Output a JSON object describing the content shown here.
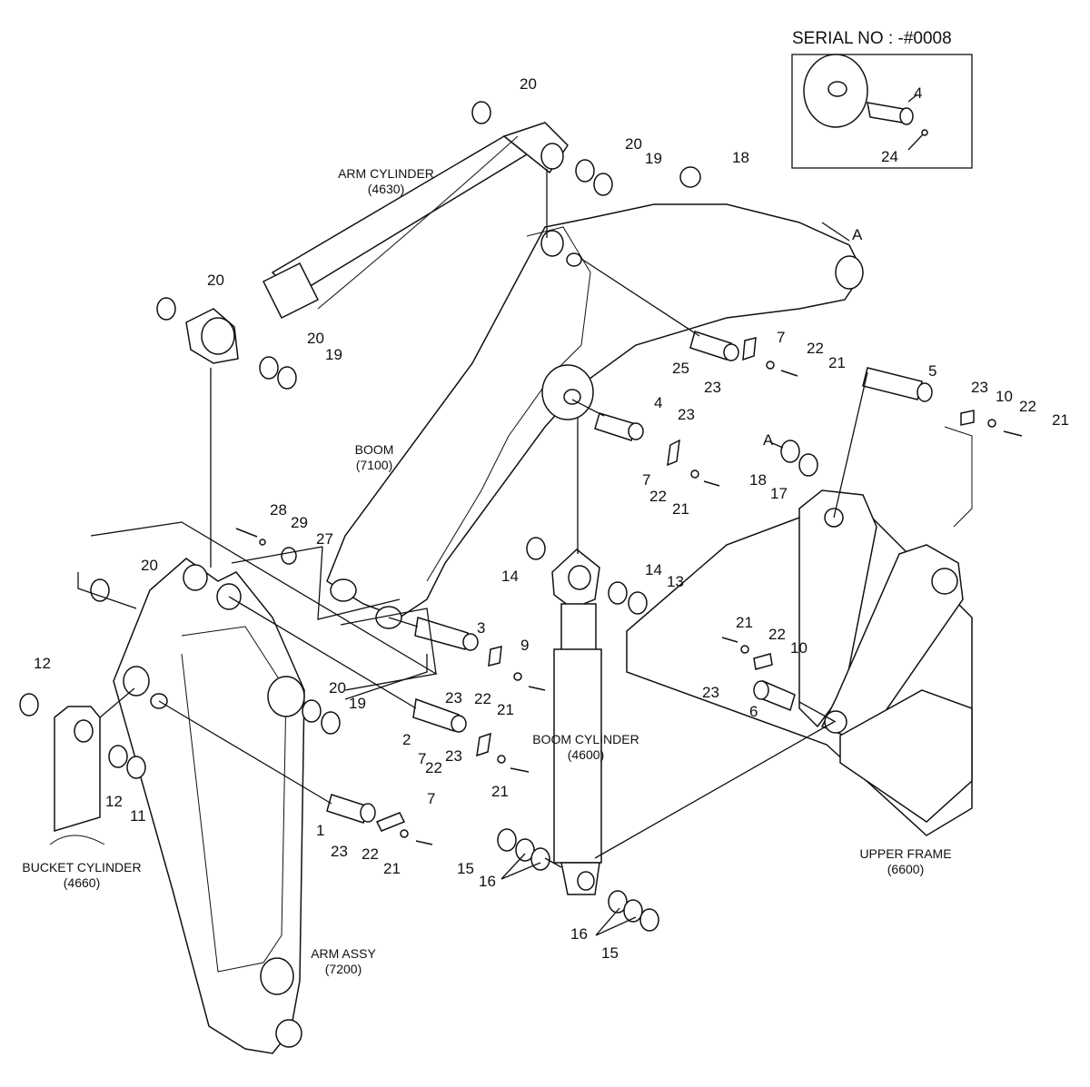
{
  "serial_note": "SERIAL NO : -#0008",
  "inset_callouts": [
    "4",
    "24"
  ],
  "assemblies": {
    "arm_cylinder": {
      "name": "ARM CYLINDER",
      "code": "(4630)"
    },
    "boom": {
      "name": "BOOM",
      "code": "(7100)"
    },
    "boom_cylinder": {
      "name": "BOOM CYLINDER",
      "code": "(4600)"
    },
    "bucket_cylinder": {
      "name": "BUCKET CYLINDER",
      "code": "(4660)"
    },
    "arm_assy": {
      "name": "ARM ASSY",
      "code": "(7200)"
    },
    "upper_frame": {
      "name": "UPPER FRAME",
      "code": "(6600)"
    }
  },
  "callouts": [
    "20",
    "20",
    "19",
    "18",
    "A",
    "20",
    "20",
    "19",
    "7",
    "22",
    "21",
    "25",
    "23",
    "5",
    "23",
    "10",
    "22",
    "21",
    "4",
    "23",
    "A",
    "18",
    "17",
    "7",
    "22",
    "21",
    "28",
    "29",
    "27",
    "20",
    "14",
    "14",
    "13",
    "3",
    "9",
    "21",
    "22",
    "10",
    "12",
    "20",
    "19",
    "23",
    "22",
    "21",
    "23",
    "6",
    "2",
    "7",
    "22",
    "23",
    "21",
    "7",
    "1",
    "23",
    "22",
    "21",
    "11",
    "12",
    "15",
    "16",
    "16",
    "15"
  ],
  "colors": {
    "ink": "#111111",
    "paper": "#ffffff"
  }
}
